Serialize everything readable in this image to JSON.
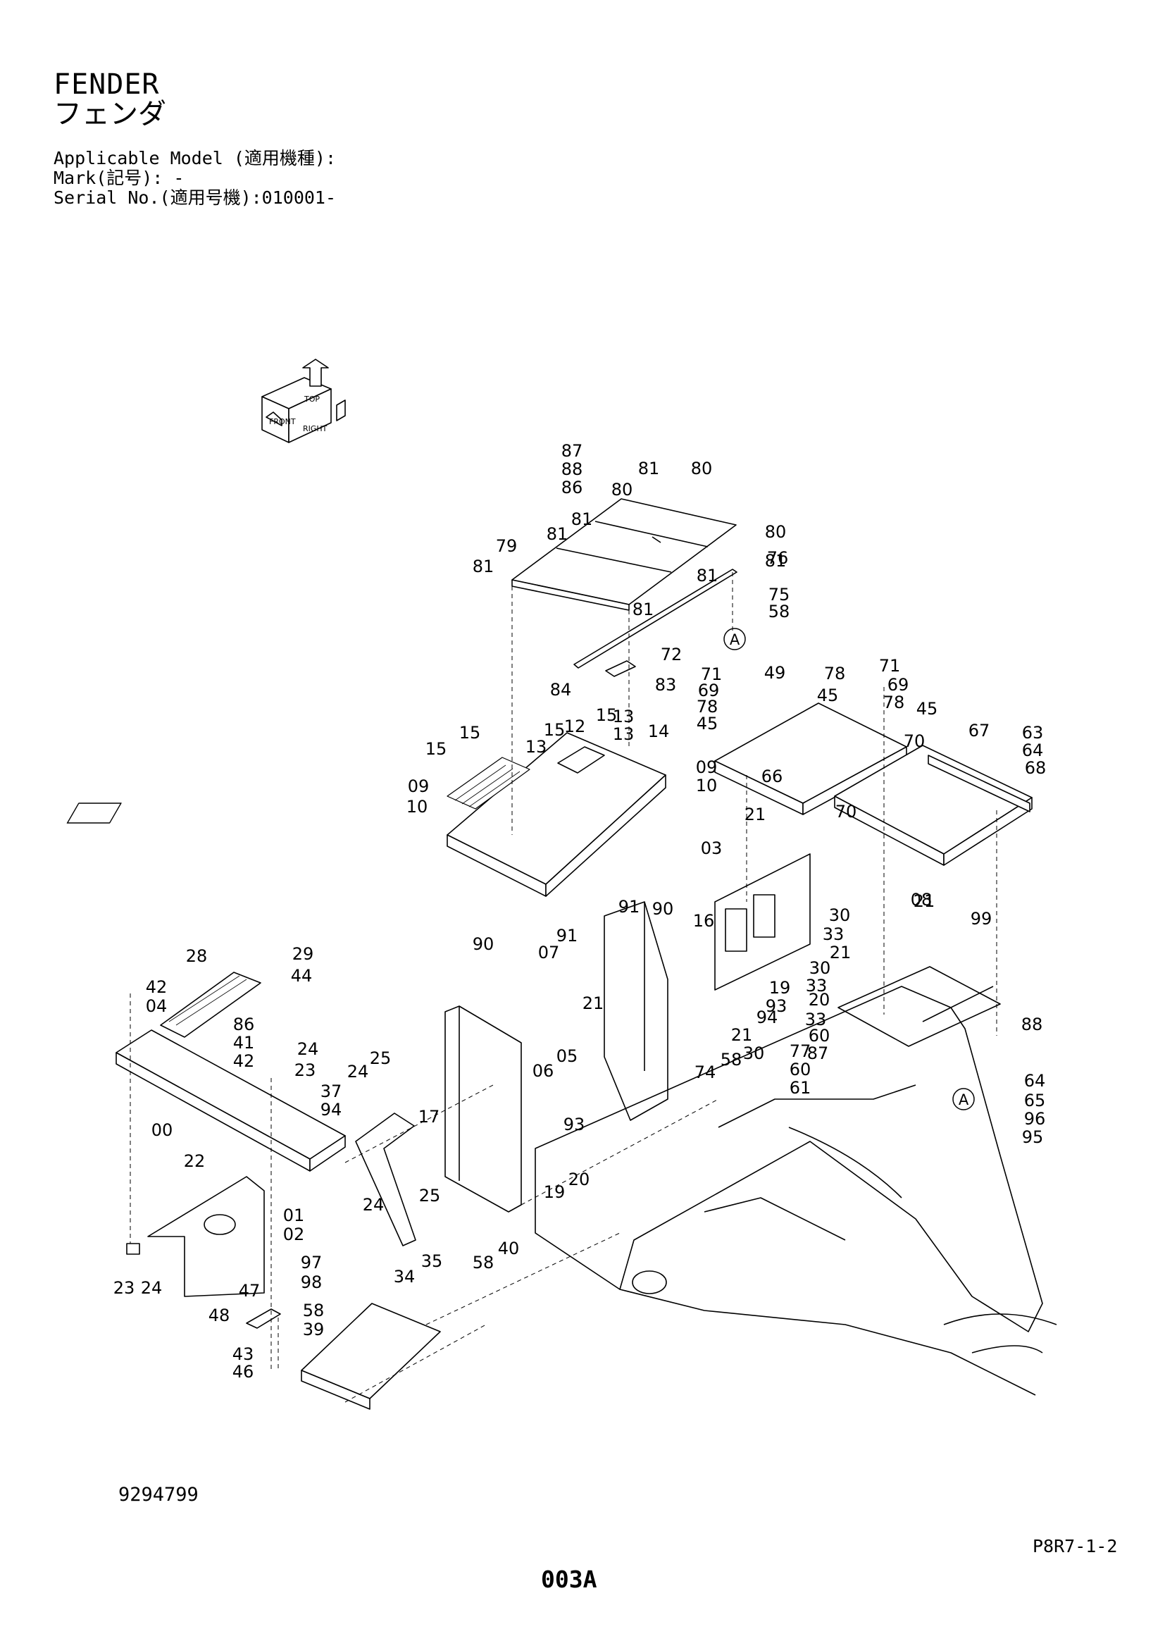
{
  "header": {
    "title_en": "FENDER",
    "title_jp": "フェンダ",
    "model_line": "Applicable Model (適用機種):",
    "mark_line": "Mark(記号): -",
    "serial_line": "Serial No.(適用号機):010001-"
  },
  "orientation_icon": {
    "labels": [
      "TOP",
      "FRONT",
      "RIGHT"
    ]
  },
  "callout_refs": [
    "A",
    "A"
  ],
  "part_callouts": [
    "87",
    "88",
    "86",
    "80",
    "81",
    "80",
    "81",
    "81",
    "80",
    "79",
    "81",
    "81",
    "76",
    "81",
    "75",
    "58",
    "81",
    "72",
    "84",
    "83",
    "71",
    "69",
    "78",
    "45",
    "49",
    "78",
    "45",
    "71",
    "69",
    "78",
    "45",
    "15",
    "15",
    "12",
    "15",
    "13",
    "14",
    "15",
    "13",
    "13",
    "09",
    "10",
    "09",
    "10",
    "70",
    "67",
    "63",
    "64",
    "68",
    "70",
    "21",
    "21",
    "08",
    "90",
    "91",
    "90",
    "91",
    "07",
    "03",
    "16",
    "66",
    "99",
    "28",
    "29",
    "44",
    "42",
    "04",
    "21",
    "30",
    "33",
    "21",
    "30",
    "33",
    "20",
    "19",
    "93",
    "94",
    "21",
    "30",
    "33",
    "60",
    "87",
    "88",
    "86",
    "41",
    "42",
    "24",
    "23",
    "25",
    "24",
    "05",
    "06",
    "58",
    "74",
    "77",
    "60",
    "61",
    "64",
    "65",
    "96",
    "95",
    "37",
    "94",
    "00",
    "17",
    "93",
    "22",
    "25",
    "24",
    "20",
    "19",
    "01",
    "02",
    "58",
    "40",
    "97",
    "98",
    "23",
    "24",
    "34",
    "35",
    "47",
    "48",
    "58",
    "39",
    "43",
    "46"
  ],
  "footer": {
    "drawing_number": "9294799",
    "page_reference": "P8R7-1-2",
    "page_code": "003A"
  }
}
